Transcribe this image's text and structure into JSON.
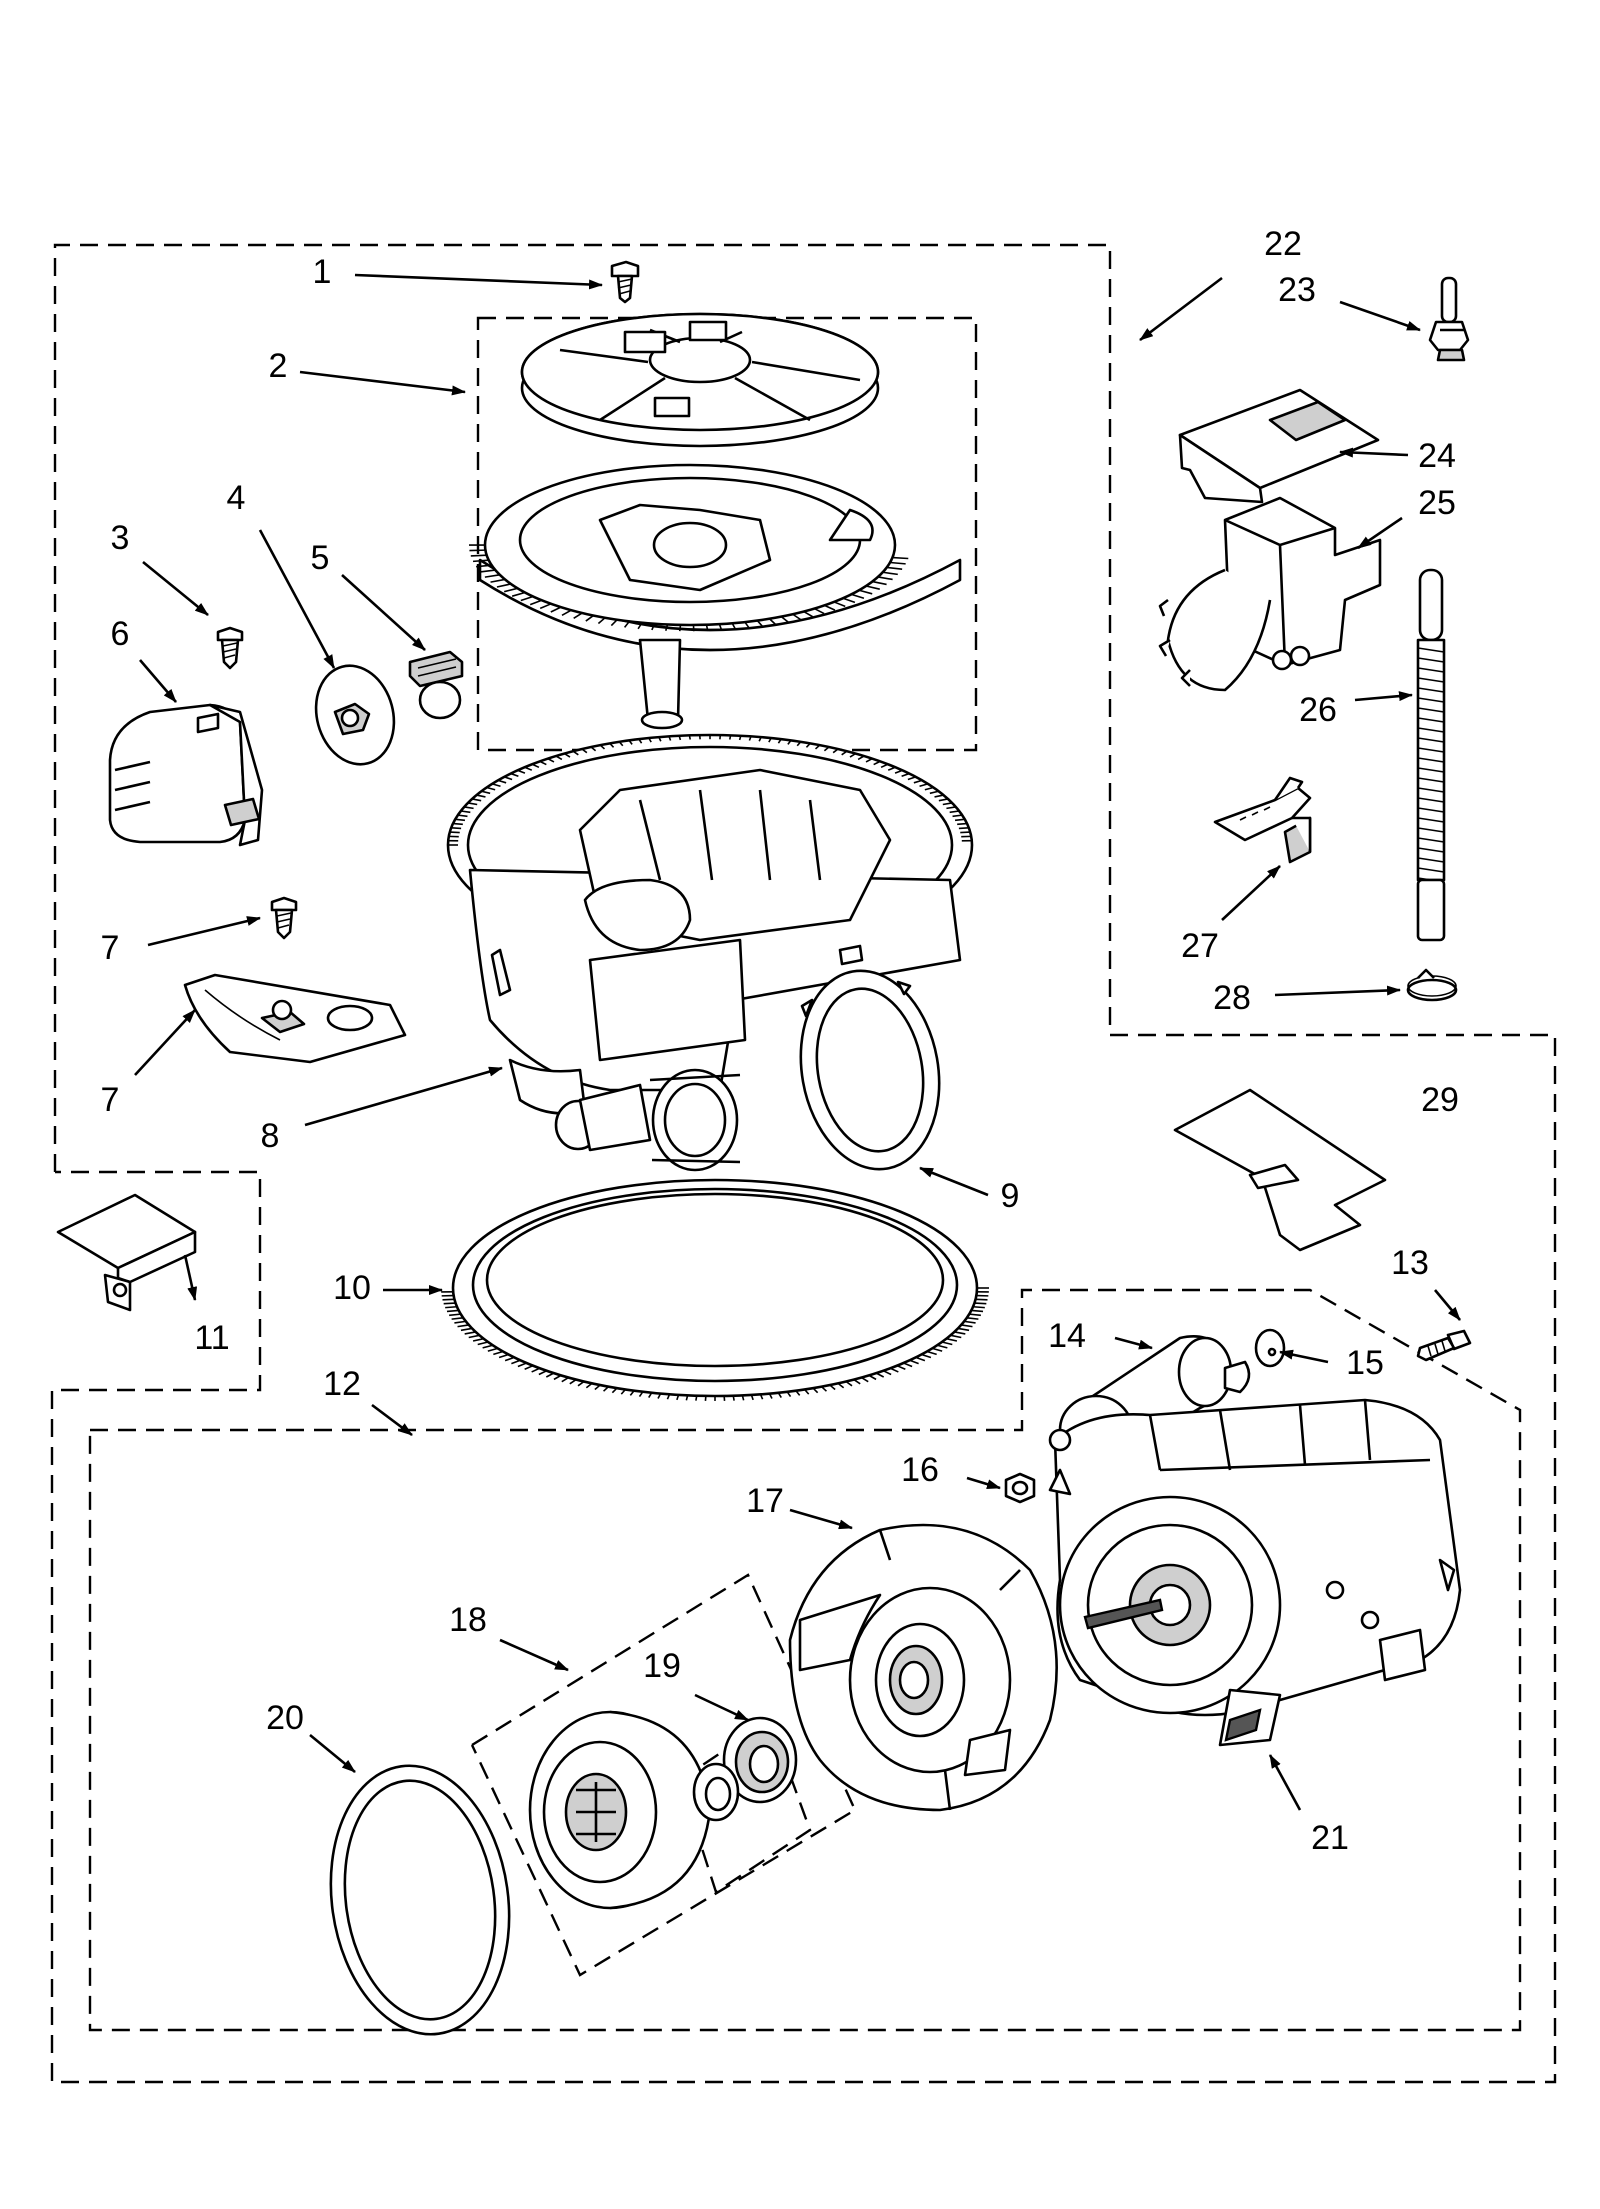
{
  "callouts": [
    "1",
    "2",
    "3",
    "4",
    "5",
    "6",
    "7",
    "7",
    "8",
    "9",
    "10",
    "11",
    "12",
    "13",
    "14",
    "15",
    "16",
    "17",
    "18",
    "19",
    "20",
    "21",
    "22",
    "23",
    "24",
    "25",
    "26",
    "27",
    "28",
    "29"
  ]
}
